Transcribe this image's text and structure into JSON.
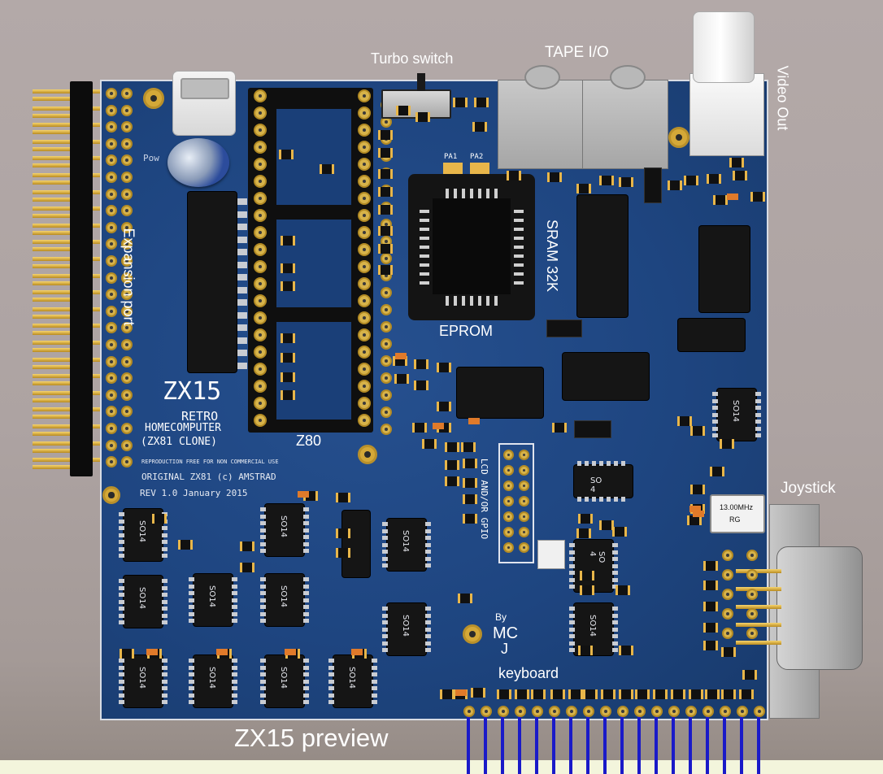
{
  "labels": {
    "turbo_switch": "Turbo switch",
    "tape_io": "TAPE I/O",
    "video_out": "Video Out",
    "expansion_port": "Expansion port",
    "eprom": "EPROM",
    "sram": "SRAM 32K",
    "z80": "Z80",
    "joystick": "Joystick",
    "keyboard": "keyboard",
    "lcd_gpio": "LCD AND/OR GPIO",
    "power": "Pow",
    "pa1": "PA1",
    "pa2": "PA2",
    "by": "By",
    "author_1": "MC",
    "author_2": "J",
    "crystal_freq": "13.00MHz",
    "crystal_code": "RG",
    "caption": "ZX15 preview"
  },
  "silkscreen": {
    "title": "ZX15",
    "retro": "RETRO",
    "homecomputer": "HOMECOMPUTER",
    "clone": "(ZX81  CLONE)",
    "reproduction": "REPRODUCTION FREE FOR NON COMMERCIAL USE",
    "original": "ORIGINAL ZX81 (c) AMSTRAD",
    "rev": "REV 1.0 January 2015"
  },
  "chip_labels": [
    "SO14",
    "SO14",
    "SO14",
    "SO14",
    "SO14",
    "SO14",
    "SO14",
    "SO14",
    "SO14",
    "SO14",
    "SO14",
    "SO14",
    "SO 4",
    "SO14",
    "SO 4"
  ],
  "colors": {
    "pcb": "#1e4580",
    "gold": "#e8b64a",
    "silkscreen": "#ffffff",
    "cable": "#1a1ac8"
  }
}
